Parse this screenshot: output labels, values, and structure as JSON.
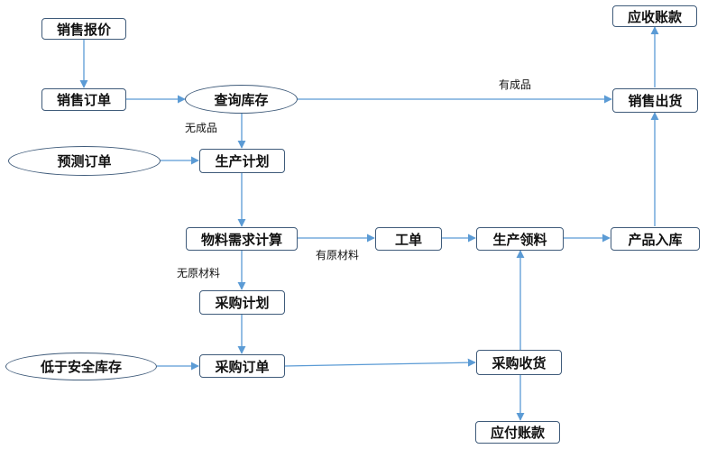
{
  "nodes": {
    "sales_quote": "销售报价",
    "sales_order": "销售订单",
    "query_inventory": "查询库存",
    "forecast_order": "预测订单",
    "production_plan": "生产计划",
    "mrp": "物料需求计算",
    "work_order": "工单",
    "material_issue": "生产领料",
    "product_stockin": "产品入库",
    "sales_shipment": "销售出货",
    "accounts_receivable": "应收账款",
    "purchase_plan": "采购计划",
    "below_safety_stock": "低于安全库存",
    "purchase_order": "采购订单",
    "purchase_receipt": "采购收货",
    "accounts_payable": "应付账款"
  },
  "edge_labels": {
    "has_finished_goods": "有成品",
    "no_finished_goods": "无成品",
    "has_raw_materials": "有原材料",
    "no_raw_materials": "无原材料"
  },
  "colors": {
    "arrow": "#5b9bd5",
    "border": "#3f5b7a"
  }
}
